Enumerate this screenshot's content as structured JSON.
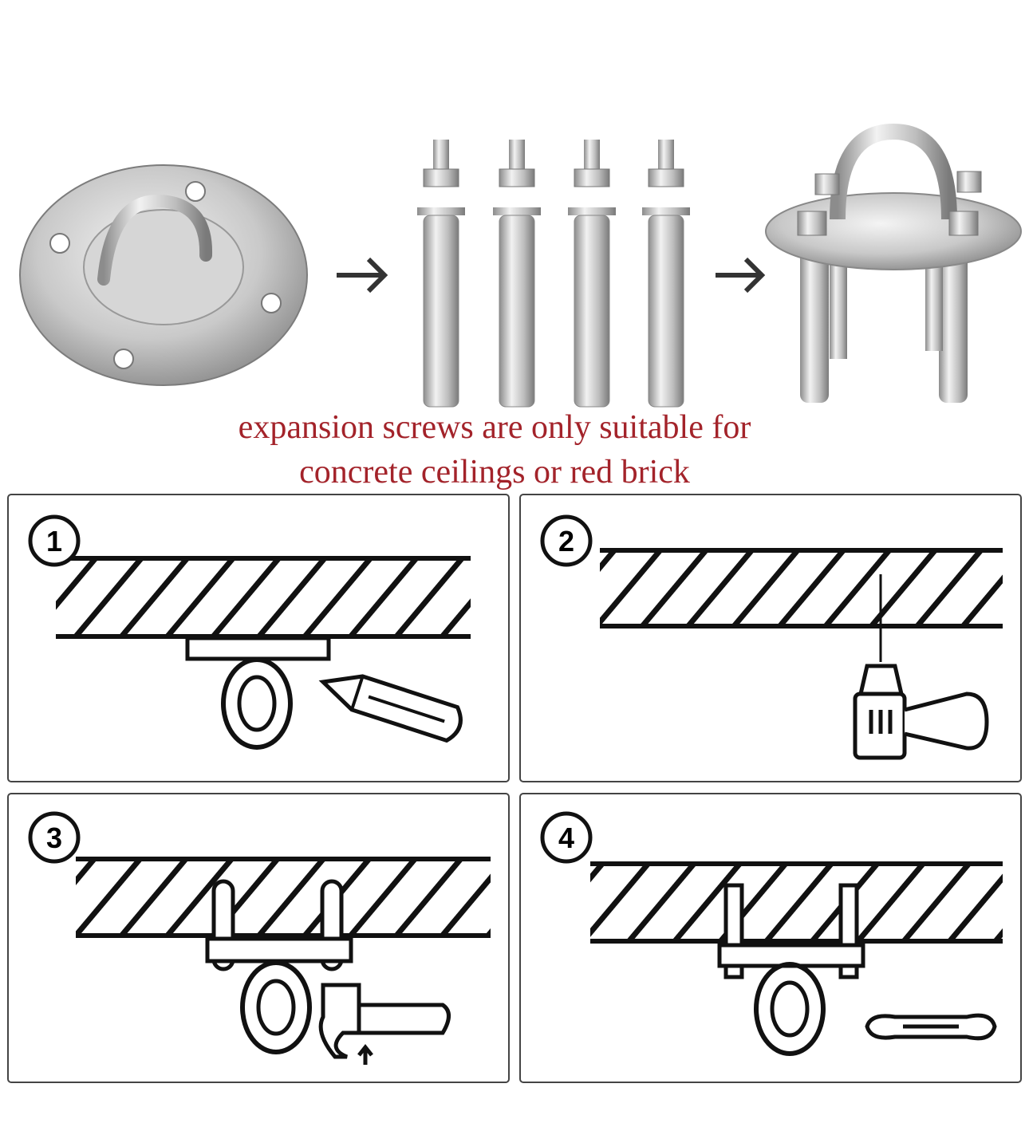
{
  "caption": {
    "line1": "expansion screws are only suitable for",
    "line2": "concrete ceilings or red brick",
    "color": "#a3232a"
  },
  "steps": [
    {
      "number": "1",
      "tool": "pencil-icon"
    },
    {
      "number": "2",
      "tool": "drill-icon"
    },
    {
      "number": "3",
      "tool": "hammer-icon"
    },
    {
      "number": "4",
      "tool": "wrench-icon"
    }
  ]
}
